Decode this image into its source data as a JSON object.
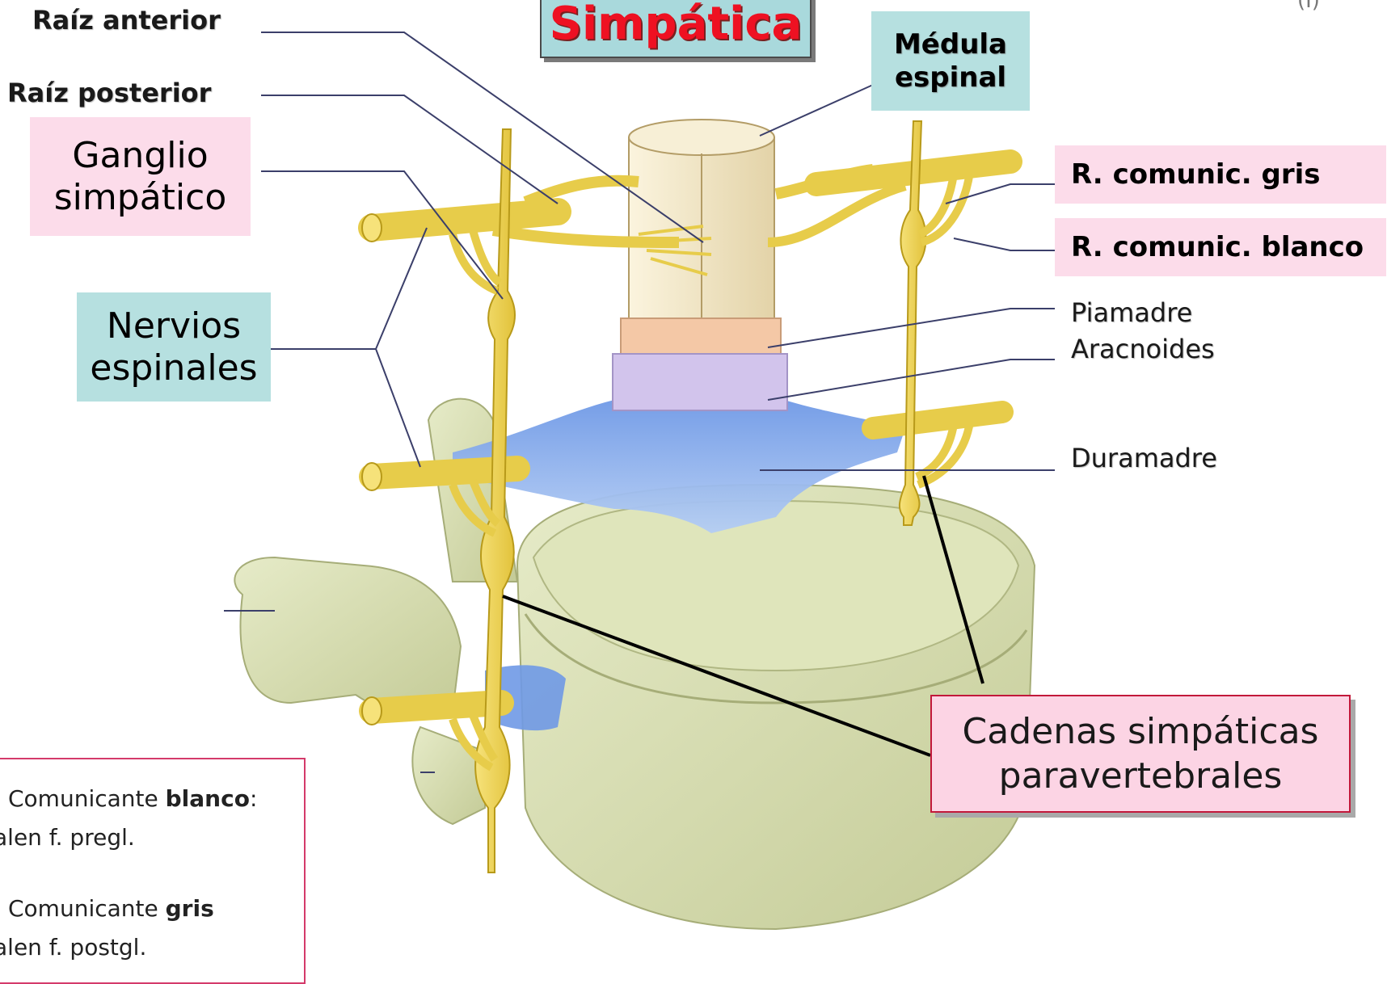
{
  "title": "Simpática",
  "corner_mark": "(I)",
  "labels": {
    "raiz_anterior": "Raíz anterior",
    "raiz_posterior": "Raíz posterior",
    "ganglio": [
      "Ganglio",
      "simpático"
    ],
    "nervios": [
      "Nervios",
      "espinales"
    ],
    "medula": [
      "Médula",
      "espinal"
    ],
    "rc_gris": "R. comunic. gris",
    "rc_blanco": "R. comunic. blanco",
    "piamadre": "Piamadre",
    "aracnoides": "Aracnoides",
    "duramadre": "Duramadre",
    "cadenas": [
      "Cadenas simpáticas",
      "paravertebrales"
    ]
  },
  "note": {
    "line1_pre": "Comunicante ",
    "line1_bold": "blanco",
    "line1_post": ":",
    "line2": "alen f. pregl.",
    "line3_pre": "Comunicante ",
    "line3_bold": "gris",
    "line4": "alen f. postgl."
  },
  "colors": {
    "nerve": "#f0d64a",
    "nerve_outline": "#b89a1a",
    "bone": "#d6dcae",
    "dura": "#7da7ea",
    "cord": "#f1e6c4",
    "piamadre_band": "#f4c8a6",
    "aracnoides_band": "#d2c4ec",
    "pink_box": "#fcdcea",
    "teal_box": "#b6e0e0",
    "title_text": "#ee1122"
  }
}
